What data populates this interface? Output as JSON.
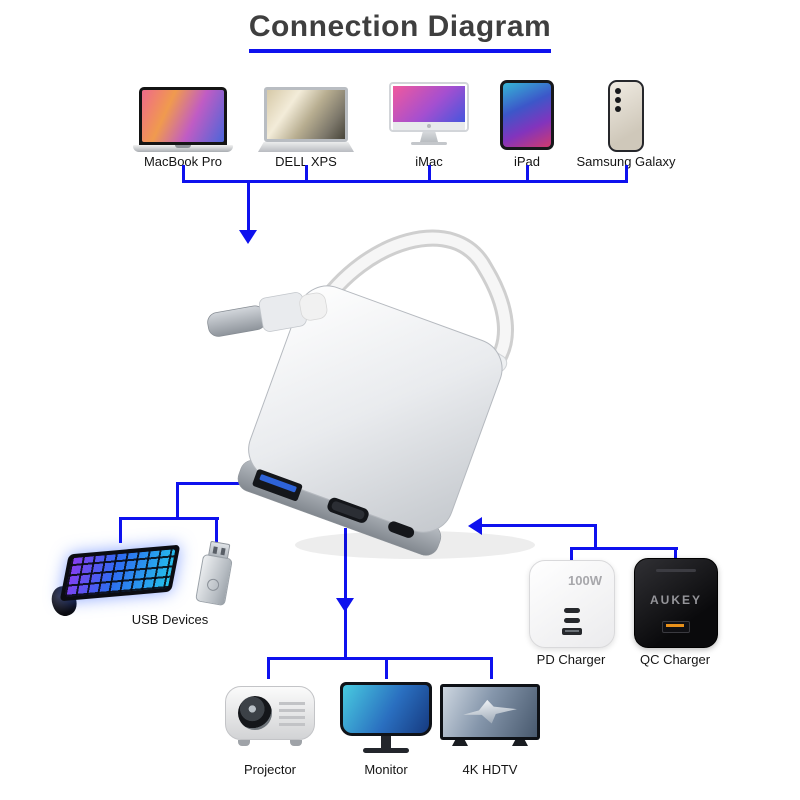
{
  "colors": {
    "accent": "#0e11ee"
  },
  "title": "Connection Diagram",
  "top_devices": [
    {
      "label": "MacBook Pro"
    },
    {
      "label": "DELL XPS"
    },
    {
      "label": "iMac"
    },
    {
      "label": "iPad"
    },
    {
      "label": "Samsung Galaxy"
    }
  ],
  "usb_group": {
    "label": "USB Devices"
  },
  "chargers": {
    "pd": {
      "label": "PD Charger",
      "wattage": "100W"
    },
    "qc": {
      "label": "QC Charger",
      "brand": "AUKEY"
    }
  },
  "outputs": [
    {
      "label": "Projector"
    },
    {
      "label": "Monitor"
    },
    {
      "label": "4K HDTV"
    }
  ]
}
